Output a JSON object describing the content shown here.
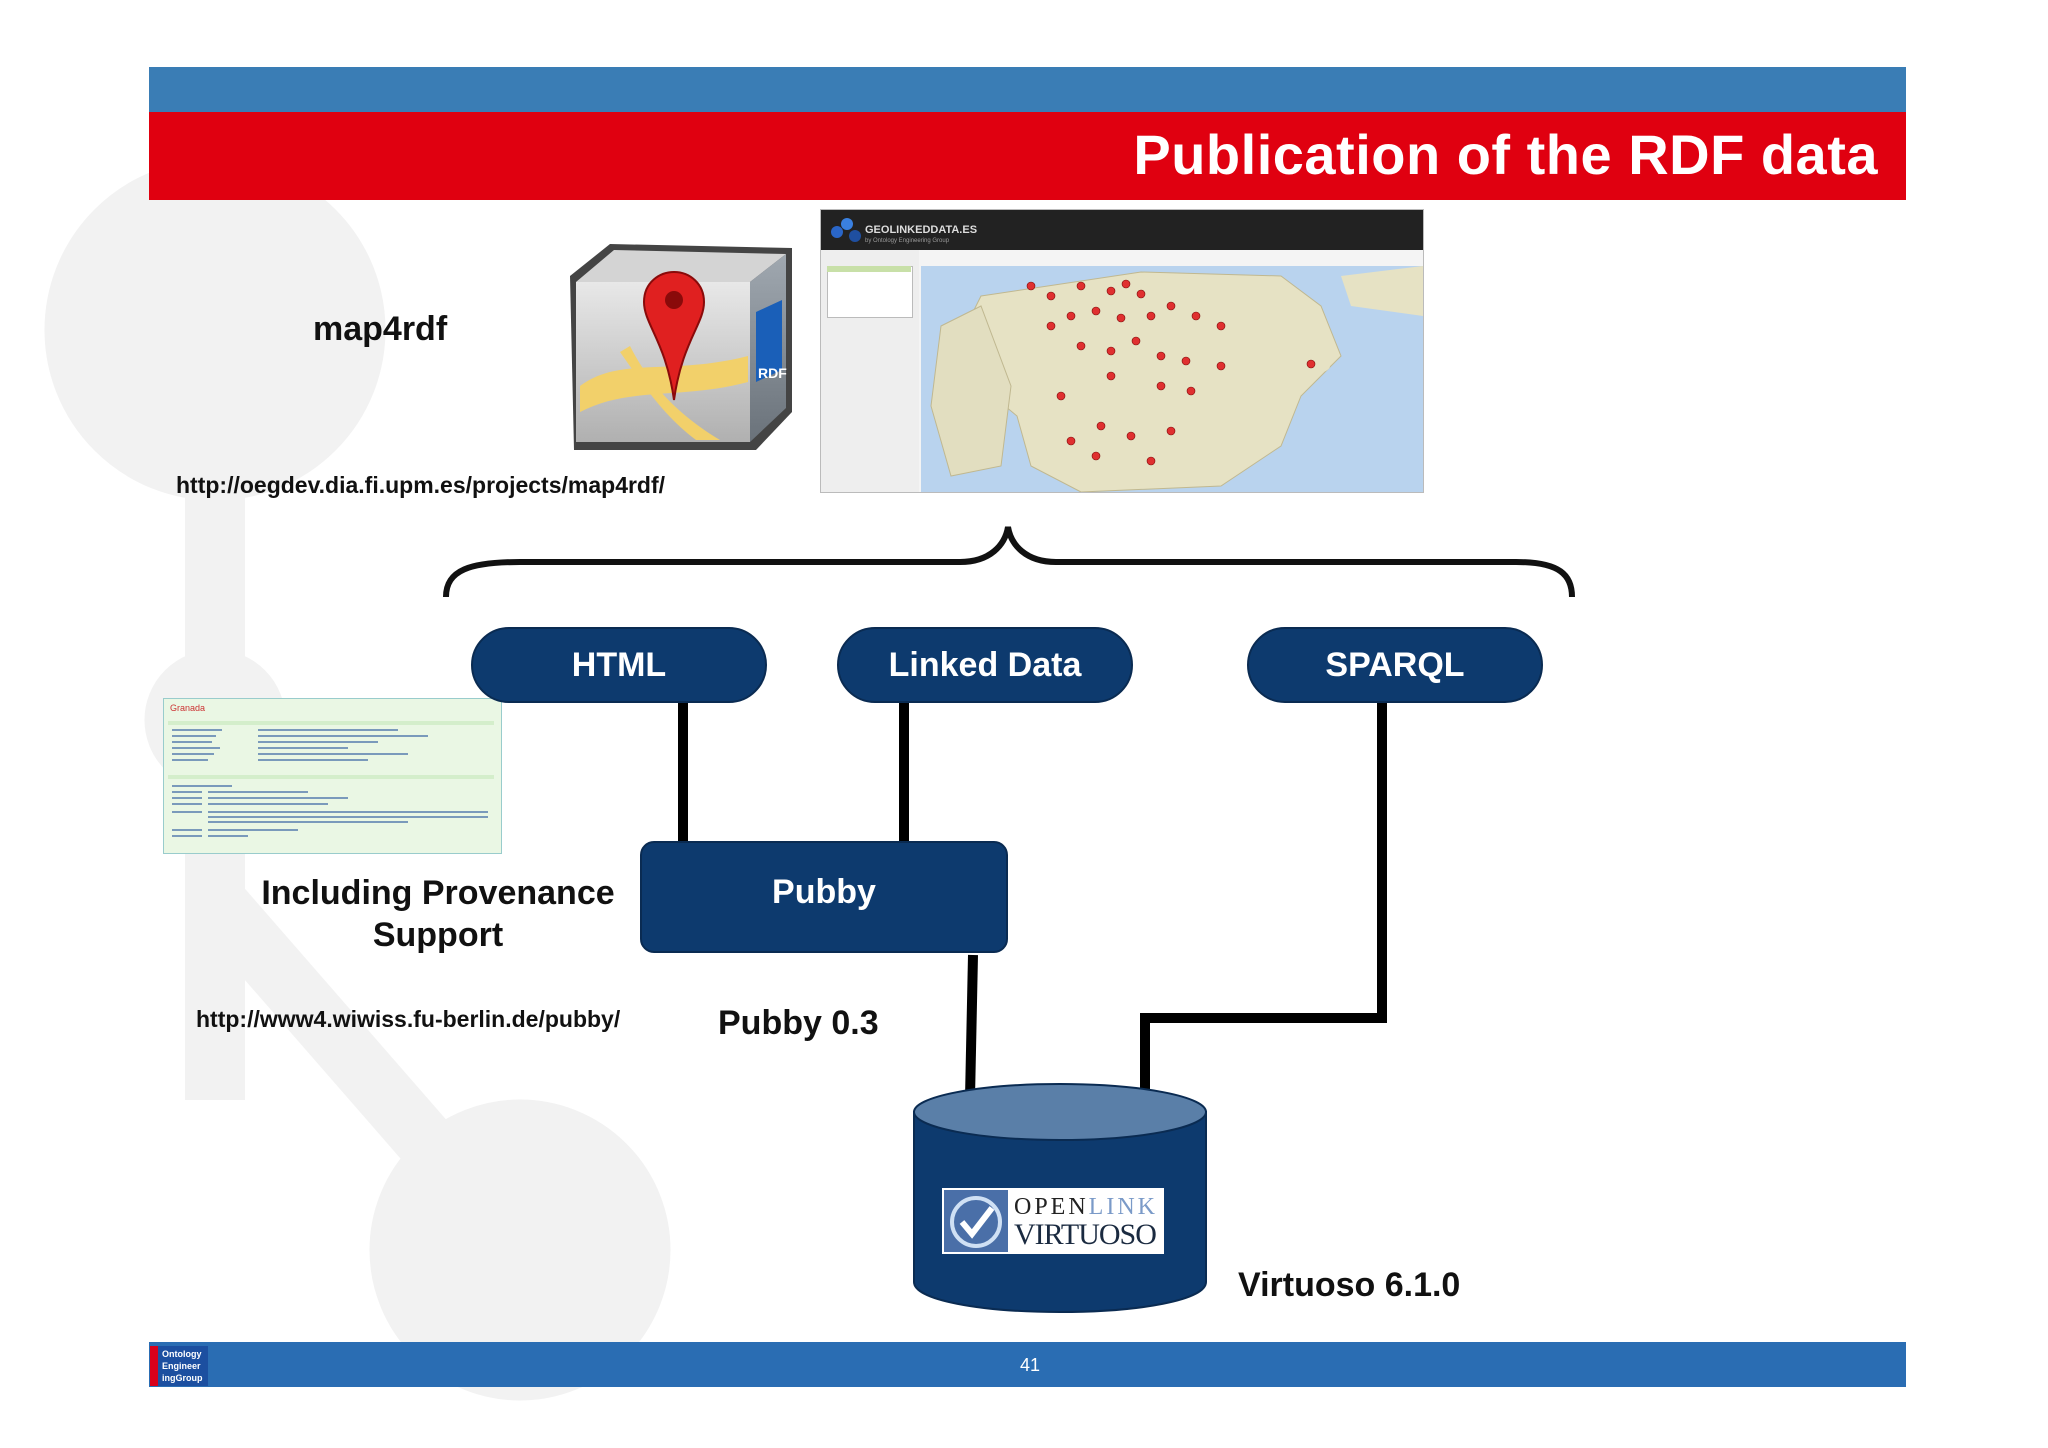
{
  "slide": {
    "title": "Publication of the RDF data",
    "page_number": "41"
  },
  "map4rdf": {
    "label": "map4rdf",
    "url": "http://oegdev.dia.fi.upm.es/projects/map4rdf/",
    "icon_lettering": "RDF"
  },
  "geolinkeddata": {
    "brand": "GEOLINKEDDATA.ES",
    "subtitle": "by Ontology Engineering Group"
  },
  "provenance": {
    "label": "Including Provenance Support",
    "screenshot_title": "Granada"
  },
  "pubby": {
    "label": "Pubby",
    "version": "Pubby 0.3",
    "url": "http://www4.wiwiss.fu-berlin.de/pubby/"
  },
  "interfaces": {
    "html": "HTML",
    "linked_data": "Linked Data",
    "sparql": "SPARQL"
  },
  "virtuoso": {
    "logo_line1_dark": "OPEN",
    "logo_line1_light": "LINK",
    "logo_line2": "VIRTUOSO",
    "version": "Virtuoso 6.1.0"
  },
  "footer": {
    "logo_text": [
      "Ontology",
      "Engineer",
      "ingGroup"
    ]
  },
  "colors": {
    "title_bar": "#e00010",
    "top_bar": "#3a7db5",
    "node_fill": "#0d3a6e",
    "connector": "#000000"
  }
}
